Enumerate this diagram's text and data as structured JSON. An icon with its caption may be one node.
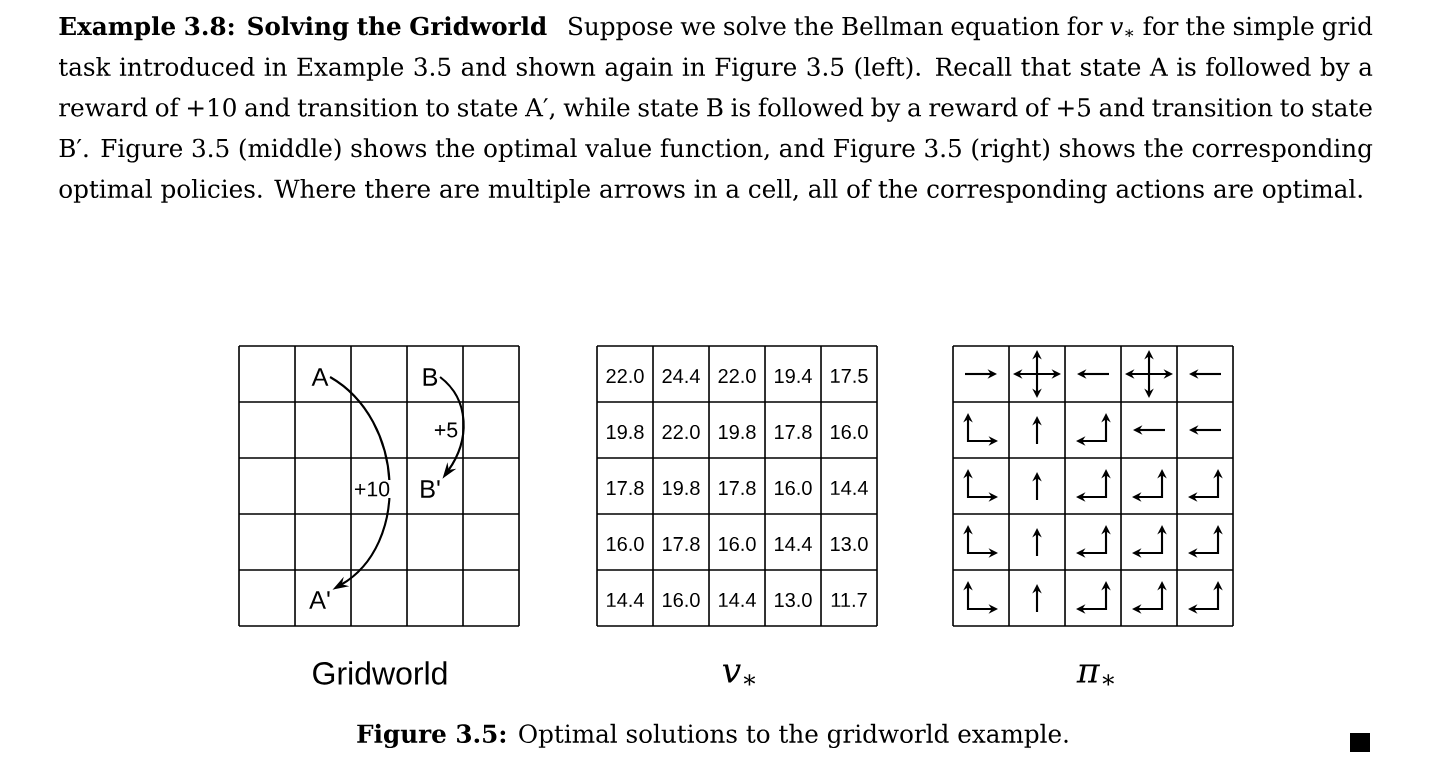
{
  "diagram": {
    "title": "Example 3.8: Solving the Gridworld",
    "caption": "**Figure 3.5:** Optimal solutions to the gridworld example.",
    "nodes": [
      {
        "text": [
          "A"
        ]
      },
      {
        "text": [
          "B"
        ]
      },
      {
        "text": [
          "B'"
        ]
      },
      {
        "text": [
          "A'"
        ]
      }
    ],
    "edges": [
      {
        "from": 0,
        "to": 3,
        "arrow": "to",
        "label": "+10"
      },
      {
        "from": 1,
        "to": 2,
        "arrow": "to",
        "label": "+5"
      }
    ],
    "labels": [
      "Suppose we solve the Bellman equation for *v*$_{∗}$ for the simple grid task introduced in Example 3.5 and shown again in Figure 3.5 (left). Recall that state A is followed by a reward of +10 and transition to state A′, while state B is followed by a reward of +5 and transition to state B′. Figure 3.5 (middle) shows the optimal value function, and Figure 3.5 (right) shows the corresponding optimal policies. Where there are multiple arrows in a cell, all of the corresponding actions are optimal.",
      "22.0",
      "24.4",
      "22.0",
      "19.4",
      "17.5",
      "19.8",
      "22.0",
      "19.8",
      "17.8",
      "16.0",
      "17.8",
      "19.8",
      "17.8",
      "16.0",
      "14.4",
      "16.0",
      "17.8",
      "16.0",
      "14.4",
      "13.0",
      "14.4",
      "16.0",
      "14.4",
      "13.0",
      "11.7",
      "Gridworld",
      "*v*$_{∗}$",
      "*π*$_{∗}$"
    ]
  }
}
